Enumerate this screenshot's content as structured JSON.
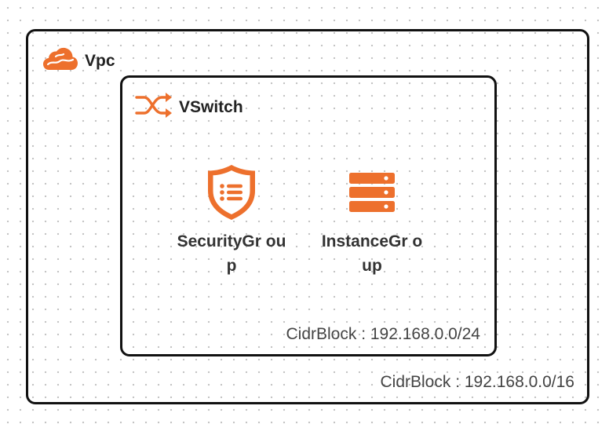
{
  "colors": {
    "accent": "#ED702D",
    "border": "#111111",
    "text": "#333333"
  },
  "vpc": {
    "title": "Vpc",
    "icon": "cloud-icon",
    "cidr": "CidrBlock : 192.168.0.0/16"
  },
  "vswitch": {
    "title": "VSwitch",
    "icon": "switch-arrows-icon",
    "cidr": "CidrBlock : 192.168.0.0/24"
  },
  "nodes": [
    {
      "label": "SecurityGr oup",
      "icon": "shield-list-icon"
    },
    {
      "label": "InstanceGr oup",
      "icon": "server-stack-icon"
    }
  ]
}
